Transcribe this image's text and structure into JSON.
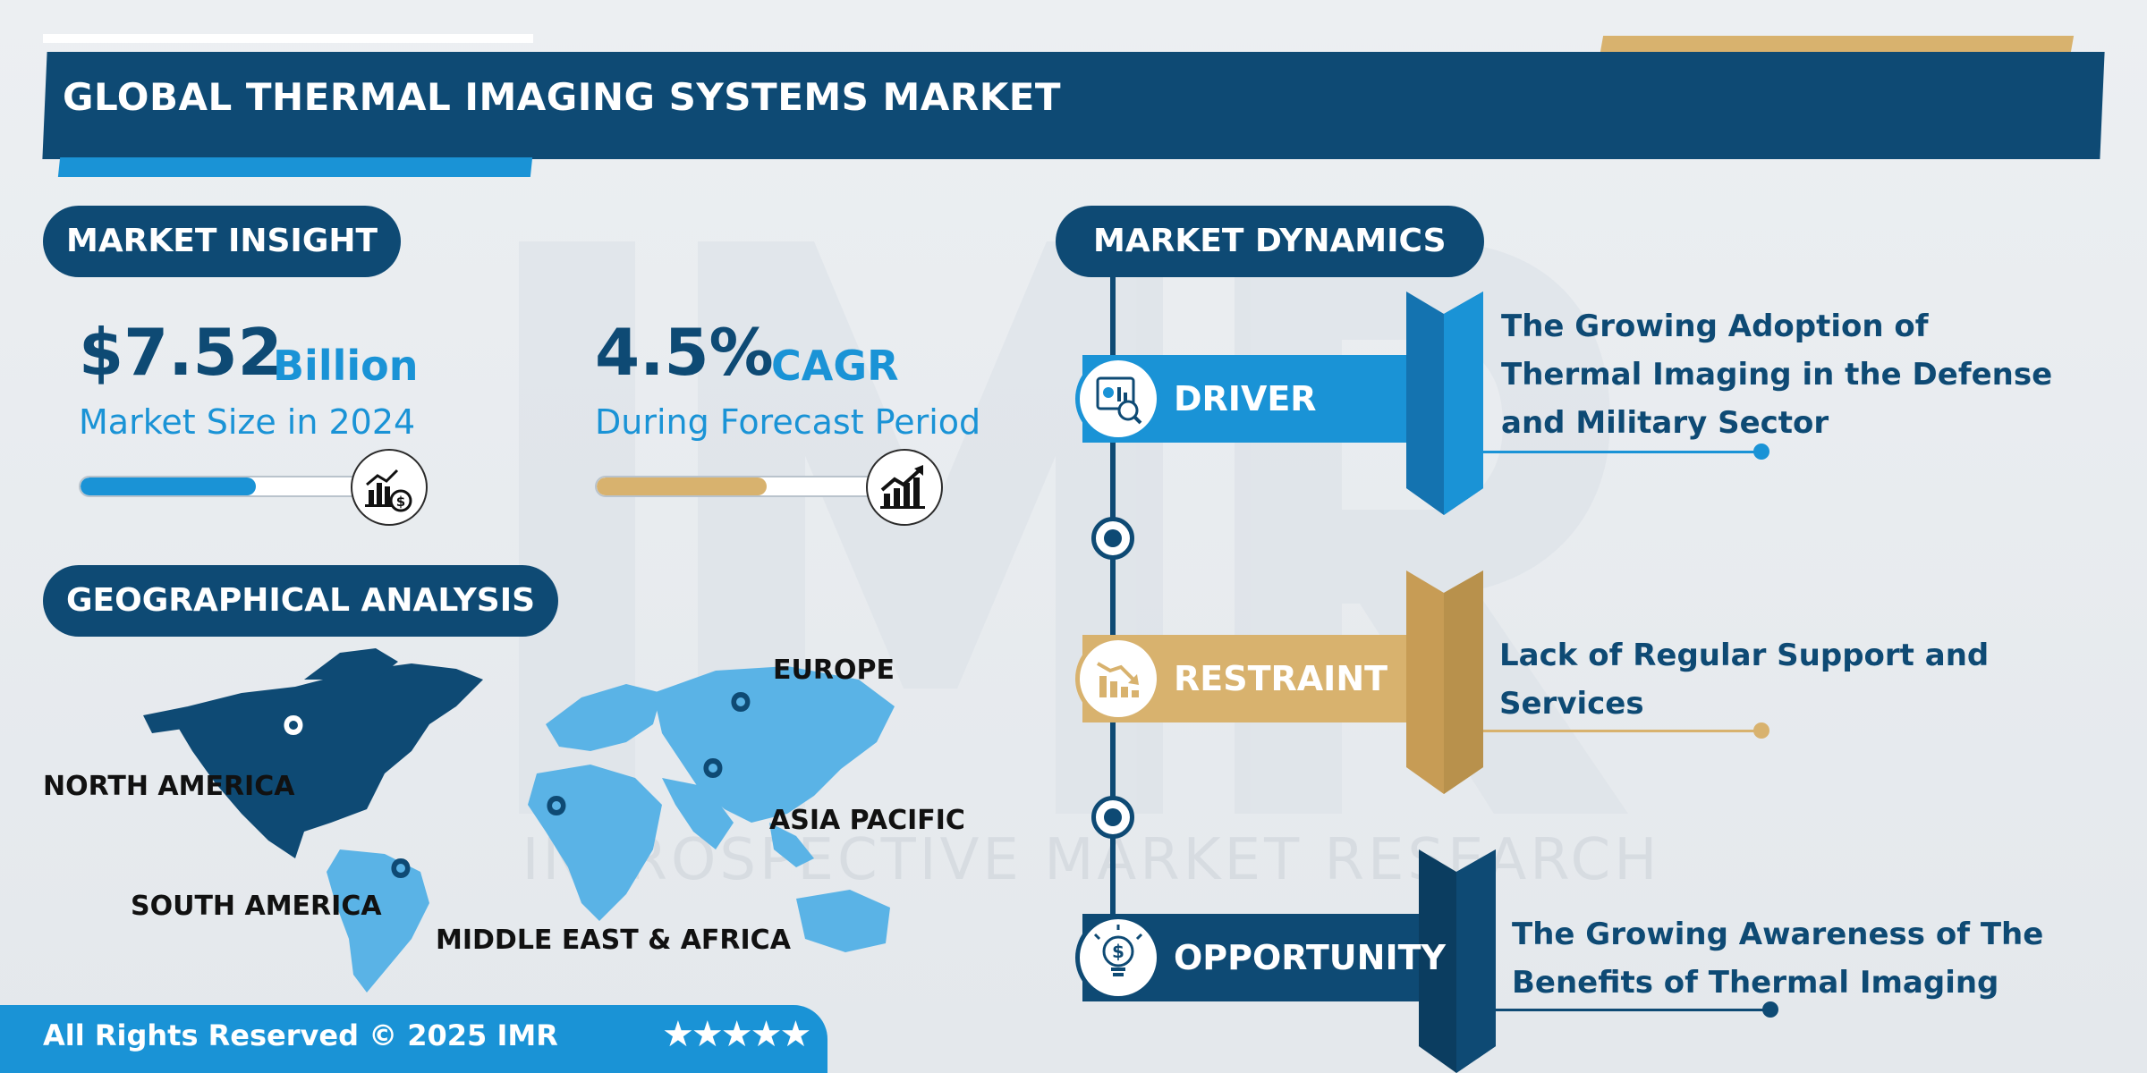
{
  "title": "GLOBAL THERMAL IMAGING SYSTEMS MARKET",
  "watermark": "INTROSPECTIVE MARKET RESEARCH",
  "market_insight": {
    "heading": "MARKET INSIGHT",
    "market_size": {
      "value": "$7.52",
      "unit": "Billion",
      "caption": "Market Size in 2024",
      "bar_fill_fraction": 0.6,
      "icon": "chart-dollar-icon",
      "color": "#1a93d6"
    },
    "cagr": {
      "value": "4.5%",
      "unit": "CAGR",
      "caption": "During Forecast Period",
      "bar_fill_fraction": 0.6,
      "icon": "growth-chart-icon",
      "color": "#d8b26e"
    }
  },
  "geographical_analysis": {
    "heading": "GEOGRAPHICAL ANALYSIS",
    "regions": {
      "north_america": "NORTH AMERICA",
      "europe": "EUROPE",
      "asia_pacific": "ASIA PACIFIC",
      "south_america": "SOUTH AMERICA",
      "mea": "MIDDLE EAST & AFRICA"
    }
  },
  "market_dynamics": {
    "heading": "MARKET DYNAMICS",
    "driver": {
      "label": "DRIVER",
      "description": "The Growing Adoption of Thermal Imaging in the Defense and Military Sector",
      "color": "#1a93d6",
      "icon": "analytics-icon"
    },
    "restraint": {
      "label": "RESTRAINT",
      "description": "Lack of Regular Support and Services",
      "color": "#d8b26e",
      "icon": "declining-chart-icon"
    },
    "opportunity": {
      "label": "OPPORTUNITY",
      "description": "The Growing Awareness of The Benefits of Thermal Imaging",
      "color": "#0e4a74",
      "icon": "dollar-bulb-icon"
    }
  },
  "footer": {
    "text": "All Rights Reserved © 2025 IMR",
    "stars": "★★★★★"
  },
  "colors": {
    "navy": "#0e4a74",
    "blue": "#1a93d6",
    "gold": "#d8b26e",
    "background": "#e9ecef"
  }
}
